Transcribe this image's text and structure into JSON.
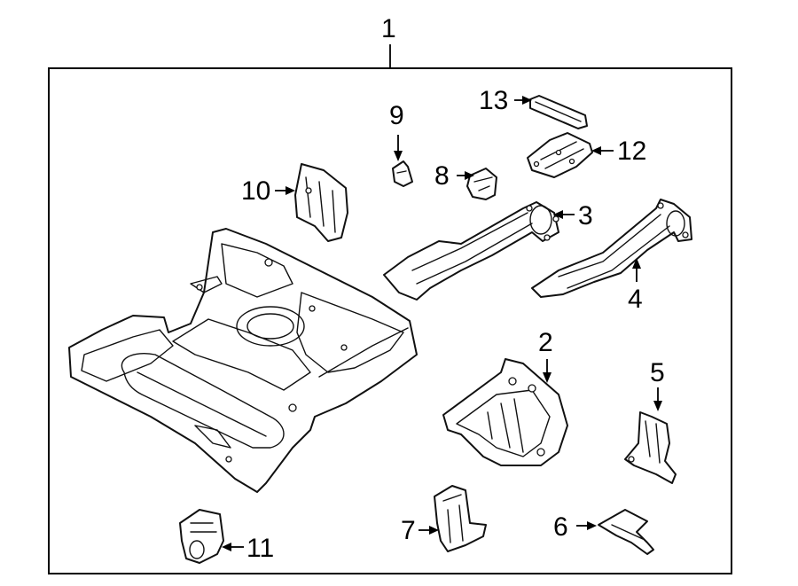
{
  "callouts": {
    "c1": "1",
    "c2": "2",
    "c3": "3",
    "c4": "4",
    "c5": "5",
    "c6": "6",
    "c7": "7",
    "c8": "8",
    "c9": "9",
    "c10": "10",
    "c11": "11",
    "c12": "12",
    "c13": "13"
  },
  "colors": {
    "line": "#111111",
    "background": "#ffffff"
  }
}
